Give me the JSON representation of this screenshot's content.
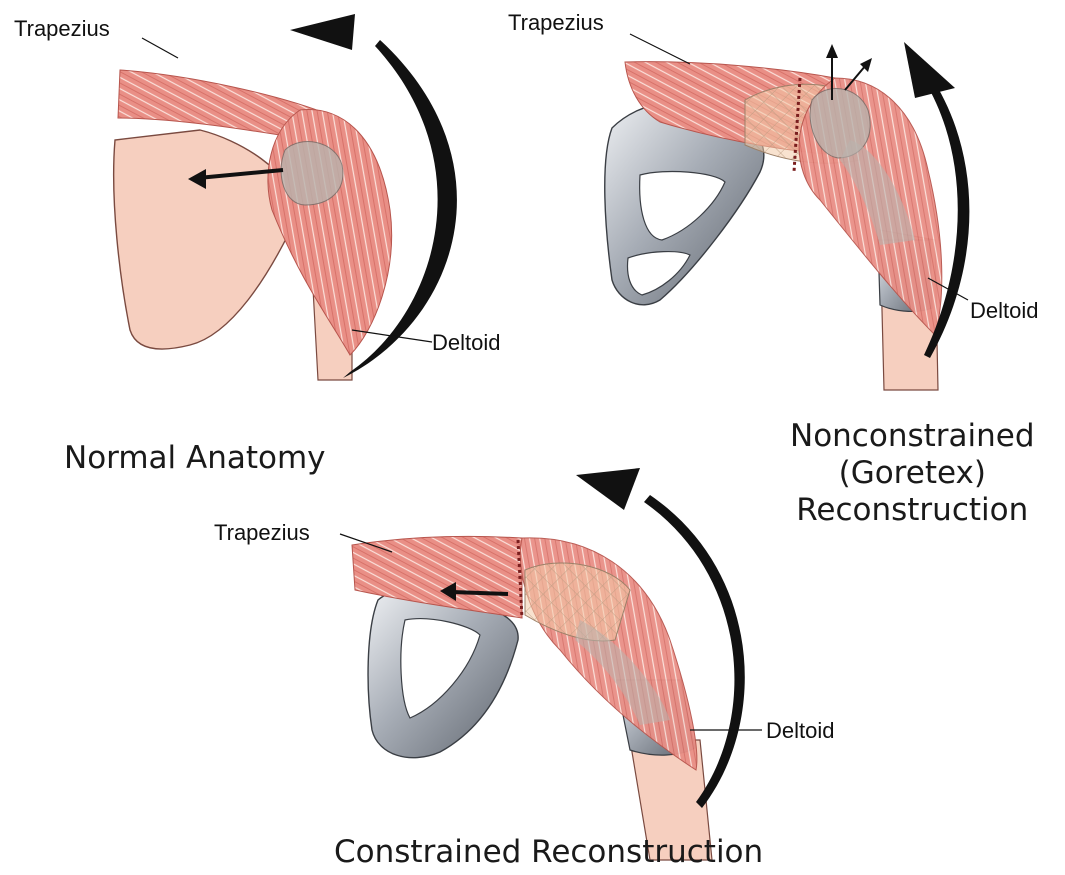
{
  "colors": {
    "muscle": "#e98f86",
    "muscle_dark": "#c95a52",
    "bone": "#f6cfbf",
    "prosthesis": "#a7adb6",
    "arrow": "#111111"
  },
  "panels": [
    {
      "caption": [
        "Normal Anatomy"
      ],
      "labels": {
        "trapezius": "Trapezius",
        "deltoid": "Deltoid"
      }
    },
    {
      "caption": [
        "Nonconstrained",
        "(Goretex)",
        "Reconstruction"
      ],
      "labels": {
        "trapezius": "Trapezius",
        "deltoid": "Deltoid"
      }
    },
    {
      "caption": [
        "Constrained Reconstruction"
      ],
      "labels": {
        "trapezius": "Trapezius",
        "deltoid": "Deltoid"
      }
    }
  ]
}
